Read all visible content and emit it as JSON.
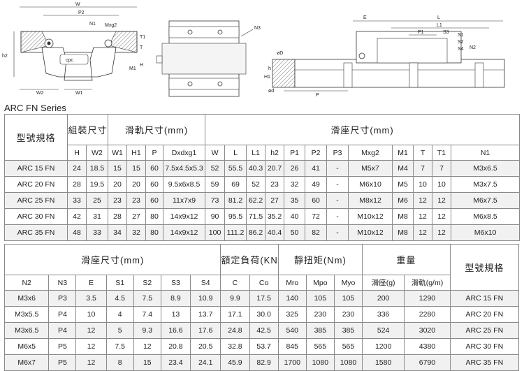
{
  "drawings": {
    "end_view": {
      "labels": [
        "W",
        "P2",
        "N1",
        "Mxg2",
        "T1",
        "T",
        "h2",
        "H",
        "M1",
        "W2",
        "W1"
      ],
      "logo": "cpc"
    },
    "top_view": {
      "labels": [
        "N3"
      ]
    },
    "side_view": {
      "labels": [
        "E",
        "L",
        "L1",
        "P1",
        "S3",
        "S1",
        "S2",
        "S4",
        "N2",
        "øD",
        "ød",
        "h",
        "H1",
        "P"
      ]
    }
  },
  "series_title": "ARC FN Series",
  "table1": {
    "headers": {
      "model": "型號規格",
      "assembly": "組裝尺寸",
      "rail": "滑軌尺寸(mm)",
      "block": "滑座尺寸(mm)",
      "cols": [
        "H",
        "W2",
        "W1",
        "H1",
        "P",
        "Dxdxg1",
        "W",
        "L",
        "L1",
        "h2",
        "P1",
        "P2",
        "P3",
        "Mxg2",
        "M1",
        "T",
        "T1",
        "N1"
      ]
    },
    "rows": [
      [
        "ARC 15 FN",
        "24",
        "18.5",
        "15",
        "15",
        "60",
        "7.5x4.5x5.3",
        "52",
        "55.5",
        "40.3",
        "20.7",
        "26",
        "41",
        "-",
        "M5x7",
        "M4",
        "7",
        "7",
        "M3x6.5"
      ],
      [
        "ARC 20 FN",
        "28",
        "19.5",
        "20",
        "20",
        "60",
        "9.5x6x8.5",
        "59",
        "69",
        "52",
        "23",
        "32",
        "49",
        "-",
        "M6x10",
        "M5",
        "10",
        "10",
        "M3x7.5"
      ],
      [
        "ARC 25 FN",
        "33",
        "25",
        "23",
        "23",
        "60",
        "11x7x9",
        "73",
        "81.2",
        "62.2",
        "27",
        "35",
        "60",
        "-",
        "M8x12",
        "M6",
        "12",
        "12",
        "M6x7.5"
      ],
      [
        "ARC 30 FN",
        "42",
        "31",
        "28",
        "27",
        "80",
        "14x9x12",
        "90",
        "95.5",
        "71.5",
        "35.2",
        "40",
        "72",
        "-",
        "M10x12",
        "M8",
        "12",
        "12",
        "M6x8.5"
      ],
      [
        "ARC 35 FN",
        "48",
        "33",
        "34",
        "32",
        "80",
        "14x9x12",
        "100",
        "111.2",
        "86.2",
        "40.4",
        "50",
        "82",
        "-",
        "M10x12",
        "M8",
        "12",
        "12",
        "M6x10"
      ]
    ]
  },
  "table2": {
    "headers": {
      "block": "滑座尺寸(mm)",
      "load": "額定負荷(KN)",
      "moment": "靜扭矩(Nm)",
      "weight": "重量",
      "model": "型號規格",
      "cols": [
        "N2",
        "N3",
        "E",
        "S1",
        "S2",
        "S3",
        "S4",
        "C",
        "Co",
        "Mro",
        "Mpo",
        "Myo",
        "滑座(g)",
        "滑軌(g/m)"
      ]
    },
    "rows": [
      [
        "M3x6",
        "P3",
        "3.5",
        "4.5",
        "7.5",
        "8.9",
        "10.9",
        "9.9",
        "17.5",
        "140",
        "105",
        "105",
        "200",
        "1290",
        "ARC 15 FN"
      ],
      [
        "M3x5.5",
        "P4",
        "10",
        "4",
        "7.4",
        "13",
        "13.7",
        "17.1",
        "30.0",
        "325",
        "230",
        "230",
        "336",
        "2280",
        "ARC 20 FN"
      ],
      [
        "M3x6.5",
        "P4",
        "12",
        "5",
        "9.3",
        "16.6",
        "17.6",
        "24.8",
        "42.5",
        "540",
        "385",
        "385",
        "524",
        "3020",
        "ARC 25 FN"
      ],
      [
        "M6x5",
        "P5",
        "12",
        "7.5",
        "12",
        "20.8",
        "20.5",
        "32.8",
        "53.7",
        "845",
        "565",
        "565",
        "1200",
        "4380",
        "ARC 30 FN"
      ],
      [
        "M6x7",
        "P5",
        "12",
        "8",
        "15",
        "23.4",
        "24.1",
        "45.9",
        "82.9",
        "1700",
        "1080",
        "1080",
        "1580",
        "6790",
        "ARC 35 FN"
      ]
    ]
  }
}
